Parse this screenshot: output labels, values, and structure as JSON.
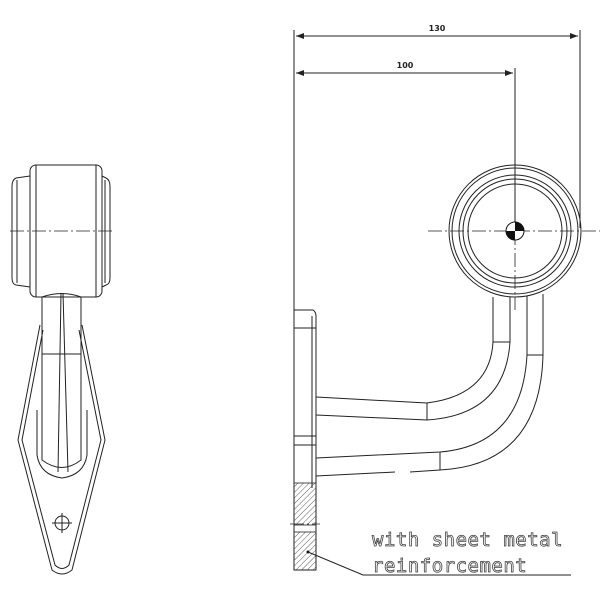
{
  "dimensions": {
    "overall": "130",
    "to_center": "100"
  },
  "note": {
    "line1": "with sheet metal",
    "line2": "reinforcement"
  }
}
